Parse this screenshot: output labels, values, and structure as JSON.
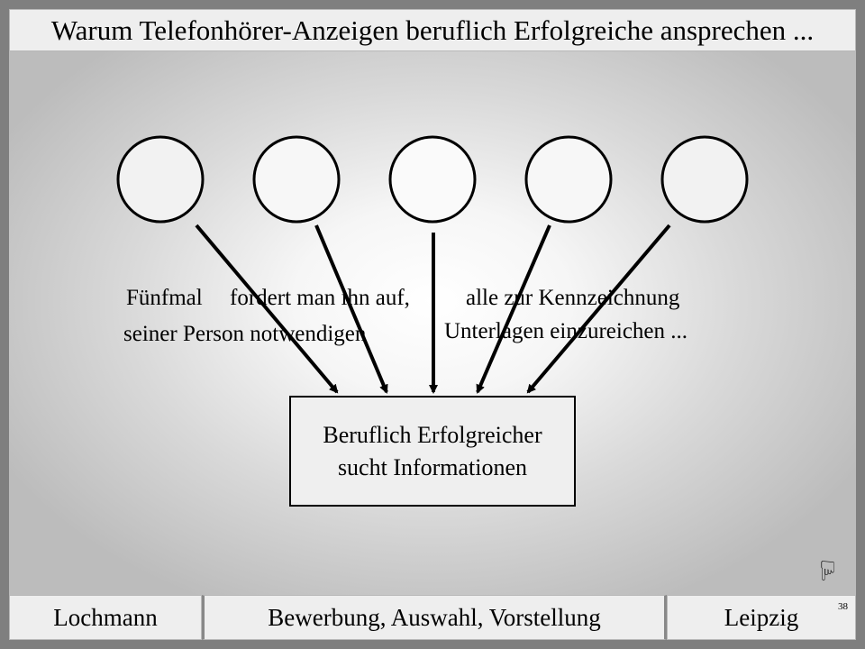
{
  "title": "Warum Telefonhörer-Anzeigen beruflich Erfolgreiche ansprechen ...",
  "caption": {
    "segments": [
      "Fünfmal",
      "fordert man ihn auf,",
      "alle zur Kennzeichnung",
      "seiner Person notwendigen",
      "Unterlagen einzureichen ..."
    ]
  },
  "target_box": {
    "line1": "Beruflich Erfolgreicher",
    "line2": "sucht Informationen"
  },
  "nodes": [
    "",
    "",
    "",
    "",
    ""
  ],
  "footer": {
    "left": "Lochmann",
    "middle": "Bewerbung, Auswahl, Vorstellung",
    "right": "Leipzig",
    "page_number": "38"
  },
  "icons": {
    "pointer": "pointing-hand-icon"
  },
  "colors": {
    "frame": "#7f7f7f",
    "bar": "#eeeeee",
    "line": "#000000"
  }
}
